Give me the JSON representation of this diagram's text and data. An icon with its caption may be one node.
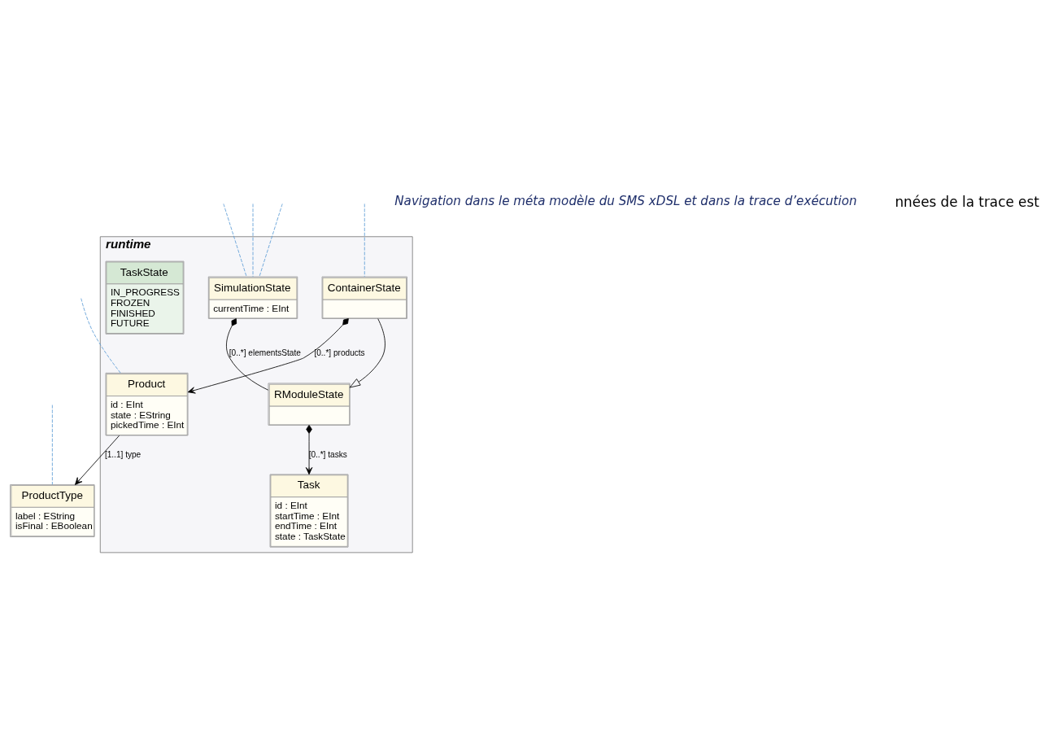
{
  "diagram": {
    "nodes": [
      {
        "text": [
          "runtime"
        ]
      },
      {
        "text": [
          "SimulationState",
          "currentTime : EInt"
        ],
        "in": 0
      },
      {
        "text": [
          "RModuleState"
        ],
        "in": 0
      },
      {
        "text": [
          "Task",
          "id : EInt",
          "startTime : EInt",
          "endTime : EInt",
          "state : TaskState"
        ],
        "in": 0
      },
      {
        "text": [
          "ContainerState"
        ],
        "in": 0
      },
      {
        "text": [
          "Product",
          "id : EInt",
          "state : EString",
          "pickedTime : EInt"
        ],
        "in": 0
      },
      {
        "text": [
          "TaskState",
          "IN_PROGRESS",
          "FROZEN",
          "FINISHED",
          "FUTURE"
        ],
        "in": 0
      },
      {
        "text": [
          "ProductType",
          "label : EString",
          "isFinal : EBoolean"
        ]
      }
    ],
    "edges": [
      {
        "from": 1,
        "to": 2,
        "arrow": "other",
        "label": "[0..*] elementsState",
        "color": "#000000"
      },
      {
        "from": 2,
        "to": 3,
        "arrow": "to",
        "label": "[0..*] tasks",
        "color": "#000000"
      },
      {
        "from": 4,
        "to": 2,
        "arrow": "to",
        "color": "#000000"
      },
      {
        "from": 4,
        "to": 5,
        "arrow": "to",
        "label": "[0..*] products",
        "color": "#000000"
      },
      {
        "from": 5,
        "to": 7,
        "arrow": "to",
        "label": "[1..1] type",
        "color": "#000000"
      },
      {
        "from": null,
        "to": 1,
        "arrow": "none",
        "style": "dashed",
        "color": "#5b9bd5"
      },
      {
        "from": null,
        "to": 1,
        "arrow": "none",
        "style": "dashed",
        "color": "#5b9bd5"
      },
      {
        "from": null,
        "to": 1,
        "arrow": "none",
        "style": "dashed",
        "color": "#5b9bd5"
      },
      {
        "from": null,
        "to": 4,
        "arrow": "none",
        "style": "dashed",
        "color": "#5b9bd5"
      },
      {
        "from": null,
        "to": 5,
        "arrow": "none",
        "style": "dashed",
        "color": "#5b9bd5"
      },
      {
        "from": null,
        "to": 7,
        "arrow": "none",
        "style": "dashed",
        "color": "#5b9bd5"
      }
    ],
    "labels": [
      "Navigation dans le méta modèle du SMS xDSL et dans la trace d’exécution",
      "nnées de la trace est"
    ]
  }
}
